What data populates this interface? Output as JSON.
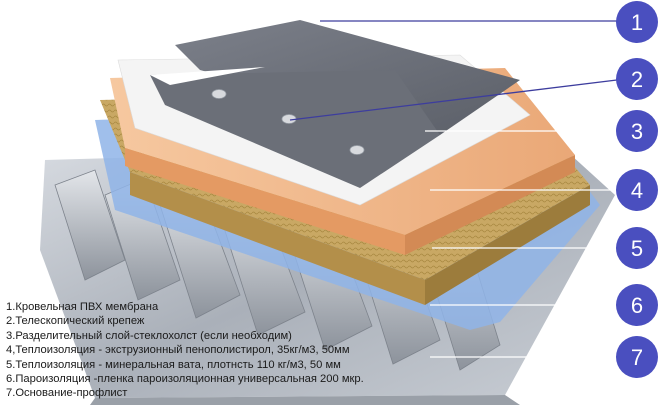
{
  "callouts": [
    {
      "number": "1",
      "color": "#4a4fbf"
    },
    {
      "number": "2",
      "color": "#4a4fbf"
    },
    {
      "number": "3",
      "color": "#4a4fbf"
    },
    {
      "number": "4",
      "color": "#4a4fbf"
    },
    {
      "number": "5",
      "color": "#4a4fbf"
    },
    {
      "number": "6",
      "color": "#4a4fbf"
    },
    {
      "number": "7",
      "color": "#4a4fbf"
    }
  ],
  "legend": [
    "1.Кровельная ПВХ мембрана",
    "2.Телескопический крепеж",
    "3.Разделительный слой-стеклохолст (если необходим)",
    "4,Теплоизоляция - экструзионный пенополистирол, 35кг/м3, 50мм",
    "5.Теплоизоляция - минеральная вата, плотнсть 110 кг/м3, 50 мм",
    "6.Пароизоляция -пленка пароизоляционная универсальная 200 мкр.",
    "7.Основание-профлист"
  ],
  "layers": {
    "membrane": {
      "color": "#6f737c"
    },
    "separator": {
      "color": "#f4f4f4"
    },
    "xps": {
      "color": "#f2b98c"
    },
    "mineral_wool": {
      "color": "#c9a864"
    },
    "vapor_barrier": {
      "color": "#8fb4e8"
    },
    "profiled_sheet": {
      "color": "#b9bec6"
    }
  }
}
